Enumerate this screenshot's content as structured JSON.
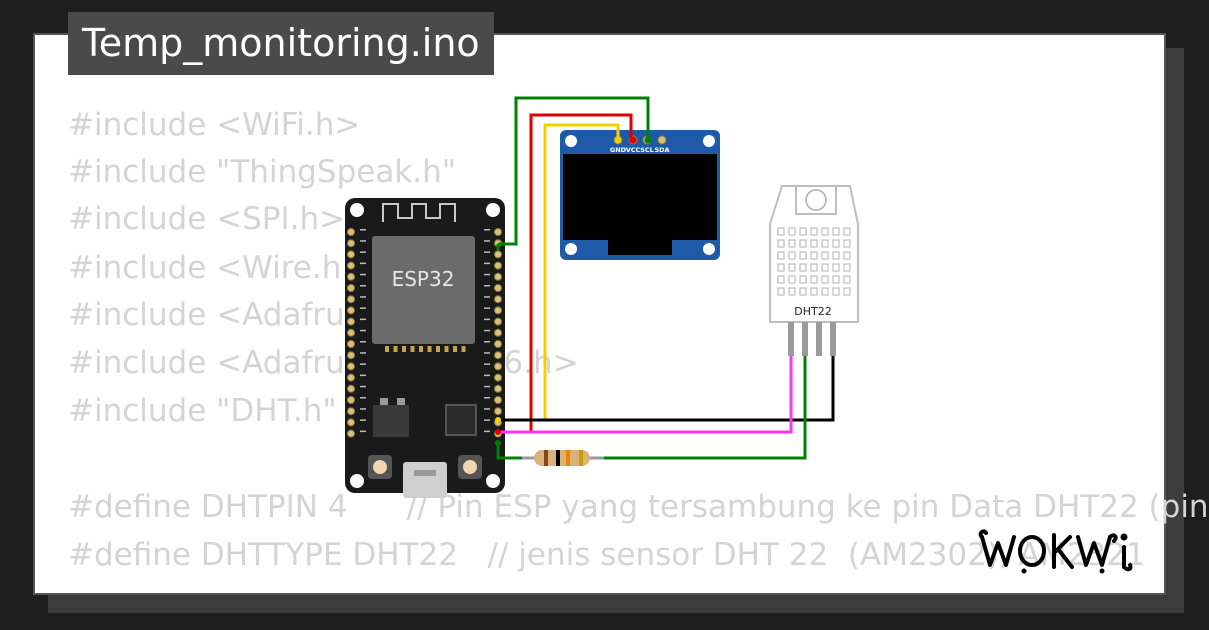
{
  "project": {
    "title": "Temp_monitoring.ino"
  },
  "code": {
    "lines": [
      "#include <WiFi.h>",
      "#include \"ThingSpeak.h\"",
      "#include <SPI.h>",
      "#include <Wire.h>",
      "#include <Adafruit",
      "#include <Adafruit_SSD1306.h>",
      "#include \"DHT.h\"",
      "",
      "#define DHTPIN 4      // Pin ESP yang tersambung ke pin Data DHT22 (pin",
      "#define DHTTYPE DHT22   // jenis sensor DHT 22  (AM2302), AM2321"
    ]
  },
  "components": {
    "esp32": {
      "label": "ESP32"
    },
    "oled": {
      "pin_labels": [
        "GND",
        "VCC",
        "SCL",
        "SDA"
      ]
    },
    "dht22": {
      "label": "DHT22"
    }
  },
  "logo": {
    "text": "WOKWi"
  },
  "colors": {
    "background": "#1e1e1e",
    "card": "#ffffff",
    "title_bg": "#4a4a4a",
    "code_text": "#d4d4d4",
    "wire_green": "#008000",
    "wire_red": "#e00000",
    "wire_yellow": "#f2d000",
    "wire_black": "#000000",
    "wire_magenta": "#ff33ff",
    "oled_board": "#1f5aa8",
    "esp_board": "#1a1a1a"
  }
}
